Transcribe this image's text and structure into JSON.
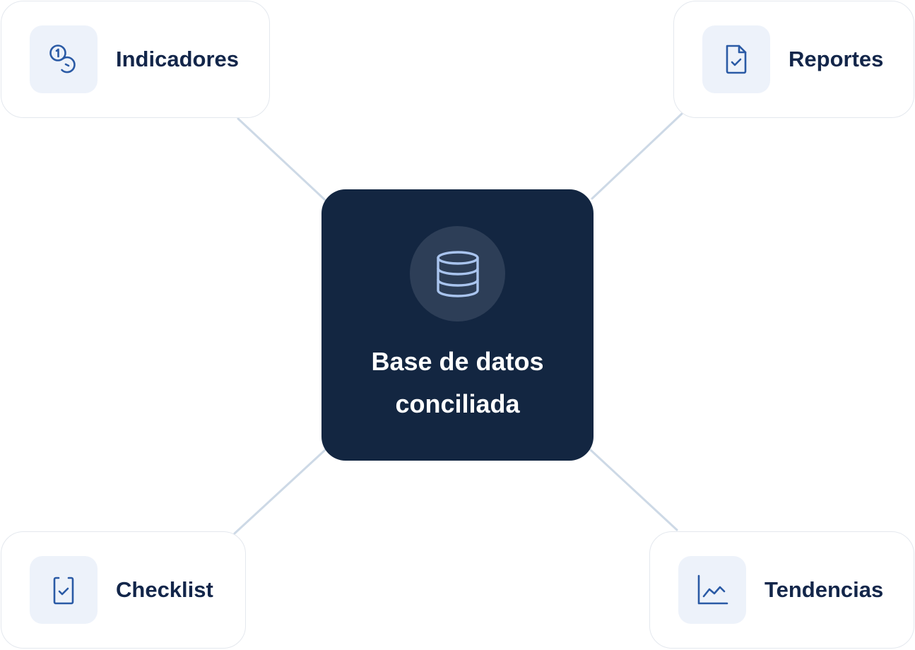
{
  "hub": {
    "title_line_1": "Base de datos",
    "title_line_2": "conciliada",
    "icon": "database-icon"
  },
  "nodes": [
    {
      "label": "Indicadores",
      "icon": "coins-icon"
    },
    {
      "label": "Reportes",
      "icon": "file-check-icon"
    },
    {
      "label": "Checklist",
      "icon": "clipboard-check-icon"
    },
    {
      "label": "Tendencias",
      "icon": "line-chart-icon"
    }
  ],
  "colors": {
    "hub_background": "#132641",
    "hub_icon_circle": "#2d3e57",
    "hub_icon_stroke": "#a9c4ee",
    "node_icon_background": "#edf2fa",
    "node_icon_stroke": "#2a5aa5",
    "node_label": "#13264a",
    "connector": "#cdd9e6"
  }
}
